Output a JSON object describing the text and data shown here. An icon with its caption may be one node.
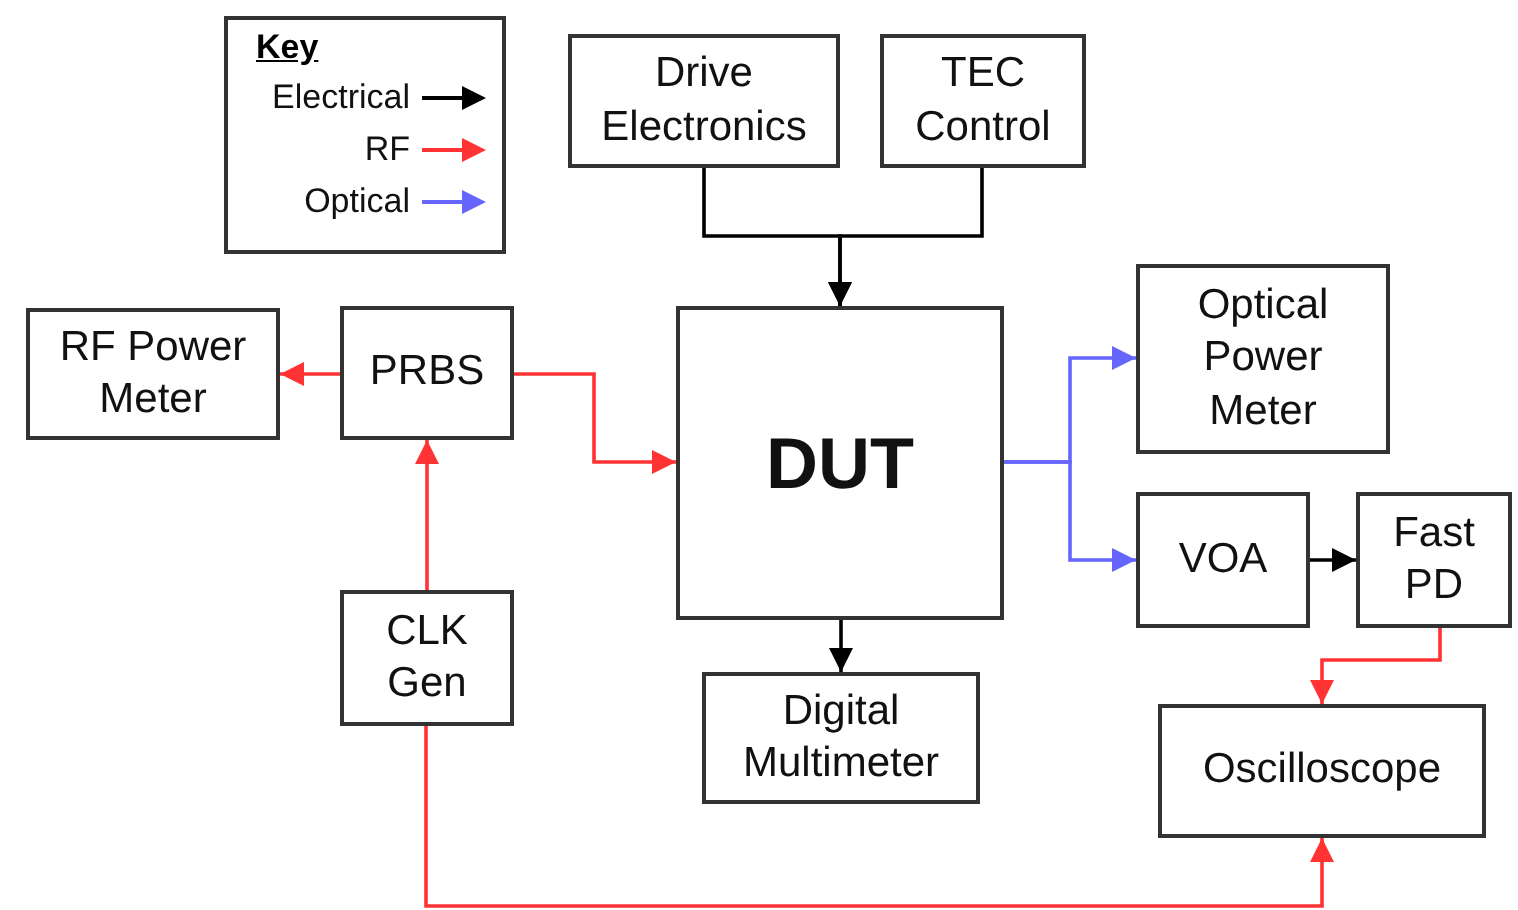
{
  "diagram": {
    "nodes": [
      {
        "text": [
          "Drive Electronics"
        ]
      },
      {
        "text": [
          "TEC Control"
        ]
      },
      {
        "text": [
          "RF Power Meter"
        ]
      },
      {
        "text": [
          "PRBS"
        ]
      },
      {
        "text": [
          "DUT"
        ]
      },
      {
        "text": [
          "Optical Power Meter"
        ]
      },
      {
        "text": [
          "VOA"
        ]
      },
      {
        "text": [
          "Fast PD"
        ]
      },
      {
        "text": [
          "CLK Gen"
        ]
      },
      {
        "text": [
          "Digital Multimeter"
        ]
      },
      {
        "text": [
          "Oscilloscope"
        ]
      }
    ],
    "edges": [
      {
        "from": 0,
        "to": 4,
        "arrow": "to",
        "color": "#000000"
      },
      {
        "from": 1,
        "to": 4,
        "arrow": "to",
        "color": "#000000"
      },
      {
        "from": 3,
        "to": 2,
        "arrow": "to",
        "color": "#ff3333"
      },
      {
        "from": 3,
        "to": 4,
        "arrow": "to",
        "color": "#ff3333"
      },
      {
        "from": 8,
        "to": 3,
        "arrow": "to",
        "color": "#ff3333"
      },
      {
        "from": 8,
        "to": 10,
        "arrow": "to",
        "color": "#ff3333"
      },
      {
        "from": 4,
        "to": 9,
        "arrow": "to",
        "color": "#000000"
      },
      {
        "from": 4,
        "to": 5,
        "arrow": "to",
        "color": "#6666ff"
      },
      {
        "from": 4,
        "to": 6,
        "arrow": "to",
        "color": "#6666ff"
      },
      {
        "from": 6,
        "to": 7,
        "arrow": "to",
        "color": "#000000"
      },
      {
        "from": 7,
        "to": 10,
        "arrow": "to",
        "color": "#ff3333"
      }
    ],
    "labels": [
      "Key"
    ],
    "legend": [
      {
        "text": "Electrical",
        "color": "#000000"
      },
      {
        "text": "RF",
        "color": "#ff3333"
      },
      {
        "text": "Optical",
        "color": "#6666ff"
      }
    ]
  }
}
